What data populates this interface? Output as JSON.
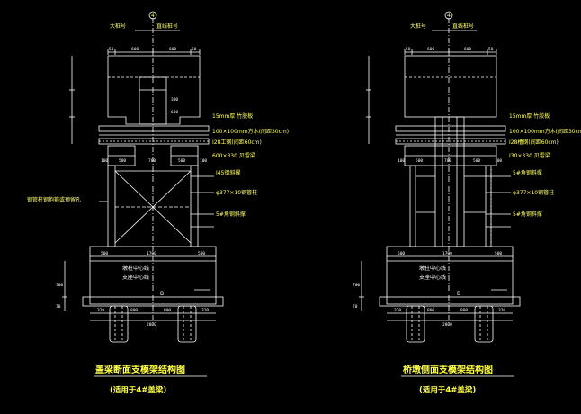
{
  "colors": {
    "background": "#000000",
    "lines": "#ffffff",
    "labels": "#ffff66",
    "titles": "#ffff44"
  },
  "left_drawing": {
    "axis_number": "4",
    "top_left_label": "大桩号",
    "top_right_label": "直线桩号",
    "top_dims": [
      "50",
      "600",
      "600",
      "50"
    ],
    "callouts": [
      "15mm厚  竹胶板",
      "100×100mm方木(间距30cm)",
      "I28工钢(间距60cm)",
      "600×330  贝雷梁",
      "I45钢斜撑",
      "φ377×10钢管柱",
      "5#角钢斜撑"
    ],
    "left_callout": "钢管柱钢抱箍或预留孔",
    "beam_dims": [
      "100",
      "500",
      "700",
      "500",
      "100"
    ],
    "inner_dims": [
      "600",
      "300"
    ],
    "footing_note_1": "墩柱中心线",
    "footing_note_2": "支座中心线",
    "footing_dims": [
      "500",
      "1700",
      "500"
    ],
    "footing_width": "2800",
    "bottom_dims": [
      "320",
      "800",
      "800",
      "320"
    ],
    "base_label": "B",
    "side_dims": [
      "70",
      "700"
    ],
    "title": "盖梁断面支模架结构图",
    "subtitle": "(适用于4#盖梁)"
  },
  "right_drawing": {
    "axis_number": "4",
    "top_left_label": "大桩号",
    "top_right_label": "直线桩号",
    "top_dims": [
      "50",
      "600",
      "600",
      "50"
    ],
    "callouts": [
      "15mm厚  竹胶板",
      "100×100mm方木(间距30cm)",
      "I28槽钢(间距60cm)",
      "I30×330  贝雷梁",
      "5#角钢斜撑",
      "φ377×10钢管柱",
      "5#角钢斜撑"
    ],
    "beam_dims": [
      "100",
      "500",
      "700",
      "500",
      "100"
    ],
    "footing_note_1": "墩柱中心线",
    "footing_note_2": "支座中心线",
    "footing_dims": [
      "500",
      "1700",
      "500"
    ],
    "footing_width": "2800",
    "bottom_dims": [
      "320",
      "800",
      "800",
      "320"
    ],
    "base_label": "B",
    "side_dims": [
      "70",
      "700"
    ],
    "title": "桥墩侧面支模架结构图",
    "subtitle": "(适用于4#盖梁)"
  }
}
